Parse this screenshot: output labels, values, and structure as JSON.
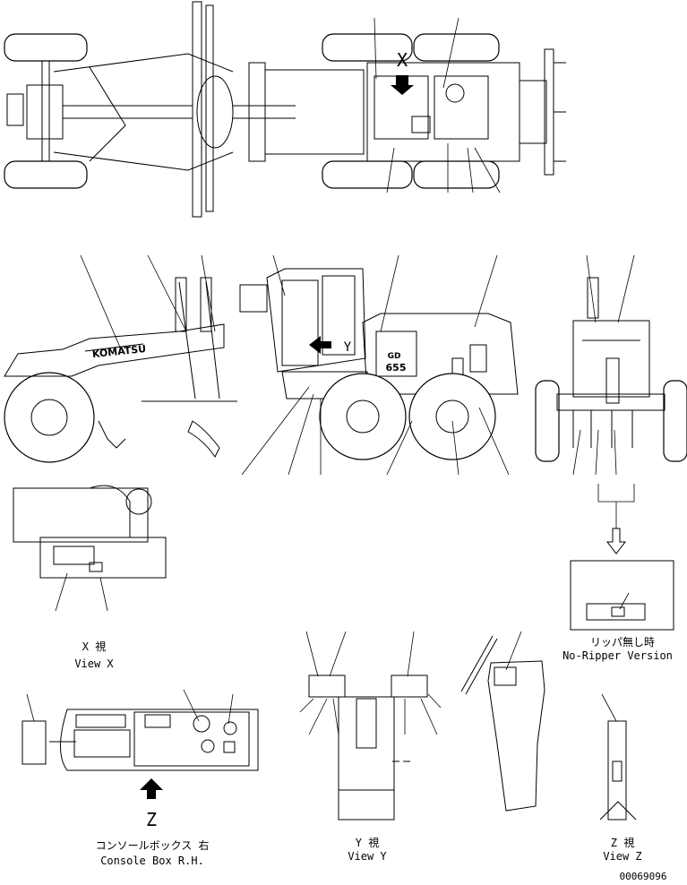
{
  "views": {
    "view_x": {
      "jp": "X 視",
      "en": "View X"
    },
    "no_ripper": {
      "jp": "リッパ無し時",
      "en": "No-Ripper Version"
    },
    "console": {
      "jp": "コンソールボックス 右",
      "en": "Console Box R.H."
    },
    "view_y": {
      "jp": "Y 視",
      "en": "View Y"
    },
    "view_z": {
      "jp": "Z 視",
      "en": "View Z"
    }
  },
  "markers": {
    "x": "X",
    "y": "Y",
    "z": "Z",
    "brand": "KOMATSU",
    "model_gd": "GD",
    "model_num": "655"
  },
  "drawing_number": "00069096"
}
